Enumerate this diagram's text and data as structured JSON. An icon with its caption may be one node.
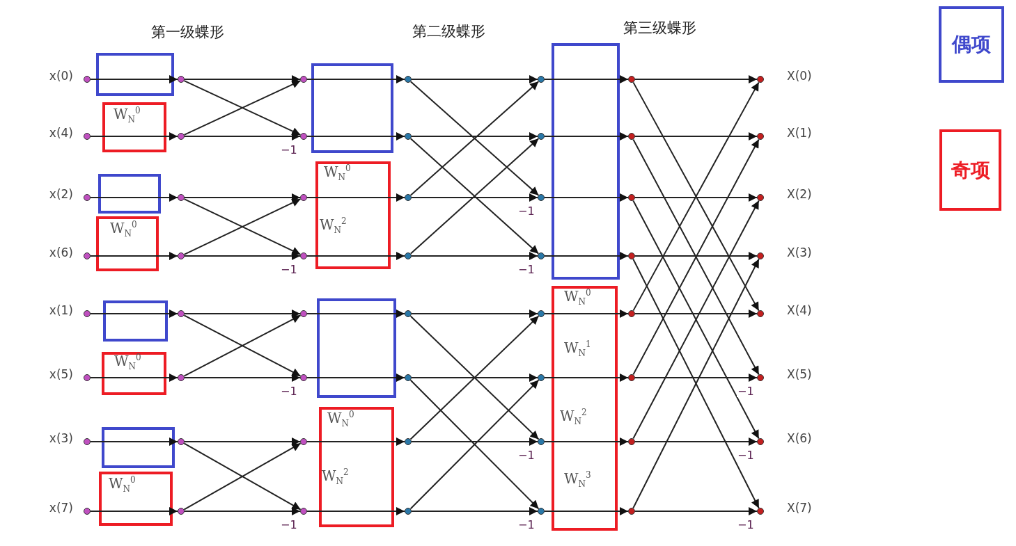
{
  "diagram": {
    "nodes": [
      {
        "text": [],
        "shape": "circle",
        "beside": [
          "x(0)"
        ]
      },
      {
        "text": [],
        "shape": "circle",
        "beside": [
          "x(4)"
        ]
      },
      {
        "text": [],
        "shape": "circle",
        "beside": [
          "x(2)"
        ]
      },
      {
        "text": [],
        "shape": "circle",
        "beside": [
          "x(6)"
        ]
      },
      {
        "text": [],
        "shape": "circle",
        "beside": [
          "x(1)"
        ]
      },
      {
        "text": [],
        "shape": "circle",
        "beside": [
          "x(5)"
        ]
      },
      {
        "text": [],
        "shape": "circle",
        "beside": [
          "x(3)"
        ]
      },
      {
        "text": [],
        "shape": "circle",
        "beside": [
          "x(7)"
        ]
      },
      {
        "text": [],
        "shape": "circle"
      },
      {
        "text": [],
        "shape": "circle"
      },
      {
        "text": [],
        "shape": "circle"
      },
      {
        "text": [],
        "shape": "circle"
      },
      {
        "text": [],
        "shape": "circle"
      },
      {
        "text": [],
        "shape": "circle"
      },
      {
        "text": [],
        "shape": "circle"
      },
      {
        "text": [],
        "shape": "circle"
      },
      {
        "text": [],
        "shape": "circle"
      },
      {
        "text": [],
        "shape": "circle"
      },
      {
        "text": [],
        "shape": "circle"
      },
      {
        "text": [],
        "shape": "circle"
      },
      {
        "text": [],
        "shape": "circle"
      },
      {
        "text": [],
        "shape": "circle"
      },
      {
        "text": [],
        "shape": "circle"
      },
      {
        "text": [],
        "shape": "circle"
      },
      {
        "text": [],
        "shape": "circle"
      },
      {
        "text": [],
        "shape": "circle"
      },
      {
        "text": [],
        "shape": "circle"
      },
      {
        "text": [],
        "shape": "circle"
      },
      {
        "text": [],
        "shape": "circle"
      },
      {
        "text": [],
        "shape": "circle"
      },
      {
        "text": [],
        "shape": "circle"
      },
      {
        "text": [],
        "shape": "circle"
      },
      {
        "text": [],
        "shape": "circle"
      },
      {
        "text": [],
        "shape": "circle"
      },
      {
        "text": [],
        "shape": "circle"
      },
      {
        "text": [],
        "shape": "circle"
      },
      {
        "text": [],
        "shape": "circle"
      },
      {
        "text": [],
        "shape": "circle"
      },
      {
        "text": [],
        "shape": "circle"
      },
      {
        "text": [],
        "shape": "circle"
      },
      {
        "text": [],
        "shape": "circle"
      },
      {
        "text": [],
        "shape": "circle"
      },
      {
        "text": [],
        "shape": "circle"
      },
      {
        "text": [],
        "shape": "circle"
      },
      {
        "text": [],
        "shape": "circle"
      },
      {
        "text": [],
        "shape": "circle"
      },
      {
        "text": [],
        "shape": "circle"
      },
      {
        "text": [],
        "shape": "circle"
      },
      {
        "text": [],
        "shape": "circle",
        "beside": [
          "X(0)"
        ]
      },
      {
        "text": [],
        "shape": "circle",
        "beside": [
          "X(1)"
        ]
      },
      {
        "text": [],
        "shape": "circle",
        "beside": [
          "X(2)"
        ]
      },
      {
        "text": [],
        "shape": "circle",
        "beside": [
          "X(3)"
        ]
      },
      {
        "text": [],
        "shape": "circle",
        "beside": [
          "X(4)"
        ]
      },
      {
        "text": [],
        "shape": "circle",
        "beside": [
          "X(5)"
        ]
      },
      {
        "text": [],
        "shape": "circle",
        "beside": [
          "X(6)"
        ]
      },
      {
        "text": [],
        "shape": "circle",
        "beside": [
          "X(7)"
        ]
      }
    ],
    "edges": [
      {
        "from": 0,
        "to": 8,
        "arrow": "to"
      },
      {
        "from": 1,
        "to": 9,
        "arrow": "to"
      },
      {
        "from": 2,
        "to": 10,
        "arrow": "to"
      },
      {
        "from": 3,
        "to": 11,
        "arrow": "to"
      },
      {
        "from": 4,
        "to": 12,
        "arrow": "to"
      },
      {
        "from": 5,
        "to": 13,
        "arrow": "to"
      },
      {
        "from": 6,
        "to": 14,
        "arrow": "to"
      },
      {
        "from": 7,
        "to": 15,
        "arrow": "to"
      },
      {
        "from": 8,
        "to": 16,
        "arrow": "to"
      },
      {
        "from": 8,
        "to": 17,
        "arrow": "to"
      },
      {
        "from": 9,
        "to": 16,
        "arrow": "to"
      },
      {
        "from": 9,
        "to": 17,
        "arrow": "to",
        "label": "−1"
      },
      {
        "from": 10,
        "to": 18,
        "arrow": "to"
      },
      {
        "from": 10,
        "to": 19,
        "arrow": "to"
      },
      {
        "from": 11,
        "to": 18,
        "arrow": "to"
      },
      {
        "from": 11,
        "to": 19,
        "arrow": "to",
        "label": "−1"
      },
      {
        "from": 12,
        "to": 20,
        "arrow": "to"
      },
      {
        "from": 12,
        "to": 21,
        "arrow": "to"
      },
      {
        "from": 13,
        "to": 20,
        "arrow": "to"
      },
      {
        "from": 13,
        "to": 21,
        "arrow": "to",
        "label": "−1"
      },
      {
        "from": 14,
        "to": 22,
        "arrow": "to"
      },
      {
        "from": 14,
        "to": 23,
        "arrow": "to"
      },
      {
        "from": 15,
        "to": 22,
        "arrow": "to"
      },
      {
        "from": 15,
        "to": 23,
        "arrow": "to",
        "label": "−1"
      },
      {
        "from": 16,
        "to": 24,
        "arrow": "to"
      },
      {
        "from": 17,
        "to": 25,
        "arrow": "to"
      },
      {
        "from": 18,
        "to": 26,
        "arrow": "to"
      },
      {
        "from": 19,
        "to": 27,
        "arrow": "to"
      },
      {
        "from": 20,
        "to": 28,
        "arrow": "to"
      },
      {
        "from": 21,
        "to": 29,
        "arrow": "to"
      },
      {
        "from": 22,
        "to": 30,
        "arrow": "to"
      },
      {
        "from": 23,
        "to": 31,
        "arrow": "to"
      },
      {
        "from": 24,
        "to": 32,
        "arrow": "to"
      },
      {
        "from": 24,
        "to": 34,
        "arrow": "to"
      },
      {
        "from": 26,
        "to": 32,
        "arrow": "to"
      },
      {
        "from": 26,
        "to": 34,
        "arrow": "to",
        "label": "−1"
      },
      {
        "from": 25,
        "to": 33,
        "arrow": "to"
      },
      {
        "from": 25,
        "to": 35,
        "arrow": "to"
      },
      {
        "from": 27,
        "to": 33,
        "arrow": "to"
      },
      {
        "from": 27,
        "to": 35,
        "arrow": "to",
        "label": "−1"
      },
      {
        "from": 28,
        "to": 36,
        "arrow": "to"
      },
      {
        "from": 28,
        "to": 38,
        "arrow": "to"
      },
      {
        "from": 30,
        "to": 36,
        "arrow": "to"
      },
      {
        "from": 30,
        "to": 38,
        "arrow": "to",
        "label": "−1"
      },
      {
        "from": 29,
        "to": 37,
        "arrow": "to"
      },
      {
        "from": 29,
        "to": 39,
        "arrow": "to"
      },
      {
        "from": 31,
        "to": 37,
        "arrow": "to"
      },
      {
        "from": 31,
        "to": 39,
        "arrow": "to",
        "label": "−1"
      },
      {
        "from": 32,
        "to": 40,
        "arrow": "to"
      },
      {
        "from": 33,
        "to": 41,
        "arrow": "to"
      },
      {
        "from": 34,
        "to": 42,
        "arrow": "to"
      },
      {
        "from": 35,
        "to": 43,
        "arrow": "to"
      },
      {
        "from": 36,
        "to": 44,
        "arrow": "to"
      },
      {
        "from": 37,
        "to": 45,
        "arrow": "to"
      },
      {
        "from": 38,
        "to": 46,
        "arrow": "to"
      },
      {
        "from": 39,
        "to": 47,
        "arrow": "to"
      },
      {
        "from": 40,
        "to": 48,
        "arrow": "to"
      },
      {
        "from": 40,
        "to": 52,
        "arrow": "to"
      },
      {
        "from": 44,
        "to": 48,
        "arrow": "to"
      },
      {
        "from": 44,
        "to": 52,
        "arrow": "to"
      },
      {
        "from": 41,
        "to": 49,
        "arrow": "to"
      },
      {
        "from": 41,
        "to": 53,
        "arrow": "to"
      },
      {
        "from": 45,
        "to": 49,
        "arrow": "to"
      },
      {
        "from": 45,
        "to": 53,
        "arrow": "to",
        "label": "−1"
      },
      {
        "from": 42,
        "to": 50,
        "arrow": "to"
      },
      {
        "from": 42,
        "to": 54,
        "arrow": "to"
      },
      {
        "from": 46,
        "to": 50,
        "arrow": "to"
      },
      {
        "from": 46,
        "to": 54,
        "arrow": "to",
        "label": "−1"
      },
      {
        "from": 43,
        "to": 51,
        "arrow": "to"
      },
      {
        "from": 43,
        "to": 55,
        "arrow": "to"
      },
      {
        "from": 47,
        "to": 51,
        "arrow": "to"
      },
      {
        "from": 47,
        "to": 55,
        "arrow": "to",
        "label": "−1"
      }
    ],
    "labels": [
      "第一级蝶形",
      "第二级蝶形",
      "第三级蝶形",
      "W$_{N}$$^{0}$",
      "W$_{N}$$^{0}$",
      "W$_{N}$$^{0}$",
      "W$_{N}$$^{0}$",
      "W$_{N}$$^{0}$",
      "W$_{N}$$^{2}$",
      "W$_{N}$$^{0}$",
      "W$_{N}$$^{2}$",
      "W$_{N}$$^{0}$",
      "W$_{N}$$^{1}$",
      "W$_{N}$$^{2}$",
      "W$_{N}$$^{3}$"
    ],
    "legend": [
      {
        "text": "偶项",
        "color": "#3f48cc"
      },
      {
        "text": "奇项",
        "color": "#ed1c24"
      }
    ]
  }
}
